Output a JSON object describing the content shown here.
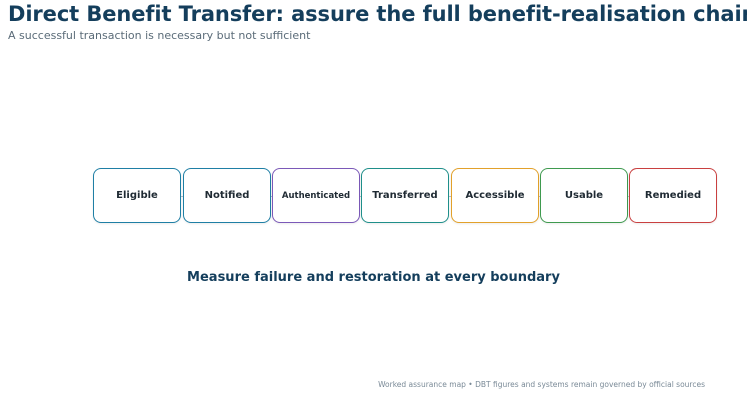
{
  "header": {
    "title": "Direct Benefit Transfer: assure the full benefit-realisation chain",
    "subtitle": "A successful transaction is necessary but not sufficient"
  },
  "chain": {
    "stages": [
      {
        "label": "Eligible",
        "color": "#1f7fa5"
      },
      {
        "label": "Notified",
        "color": "#1f7fa5"
      },
      {
        "label": "Authenticated",
        "color": "#7b59b8"
      },
      {
        "label": "Transferred",
        "color": "#1f8f8a"
      },
      {
        "label": "Accessible",
        "color": "#e2a12b"
      },
      {
        "label": "Usable",
        "color": "#3f9a4f"
      },
      {
        "label": "Remedied",
        "color": "#c94040"
      }
    ]
  },
  "message": "Measure failure and restoration at every boundary",
  "footer": "Worked assurance map • DBT figures and systems remain governed by official sources"
}
